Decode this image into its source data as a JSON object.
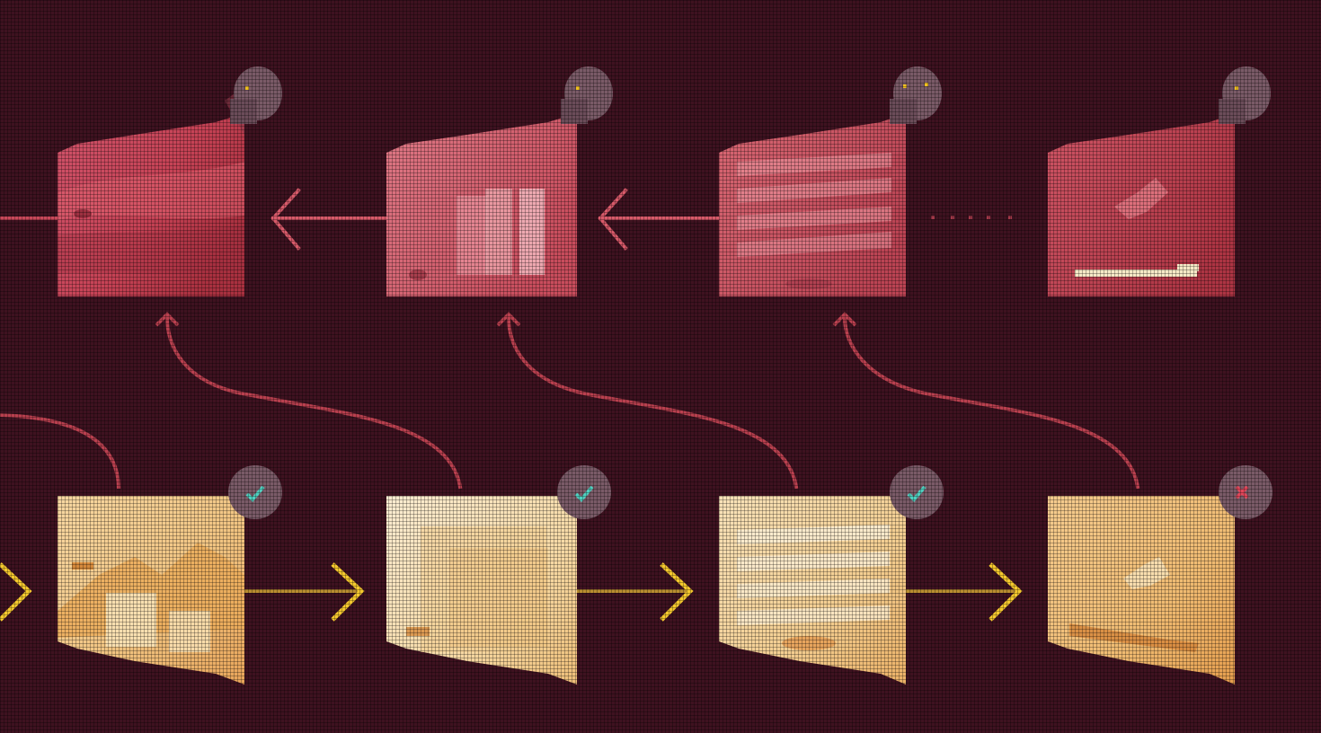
{
  "scene": {
    "background_color": "#3e1220",
    "rendering_style": "pixelated grid",
    "panel_pairs": [
      {
        "source_panel": {
          "icon": "dot-camera-icon",
          "colors": [
            "#c44657",
            "#e06c79"
          ],
          "status": "active"
        },
        "result_panel": {
          "icon": "checkmark-icon",
          "colors": [
            "#f6d499",
            "#e9a85b"
          ],
          "status": "check"
        }
      },
      {
        "source_panel": {
          "icon": "dot-camera-icon",
          "colors": [
            "#cd5564",
            "#ea8993"
          ],
          "status": "active"
        },
        "result_panel": {
          "icon": "checkmark-icon",
          "colors": [
            "#fae8c8",
            "#eebb77"
          ],
          "status": "check"
        }
      },
      {
        "source_panel": {
          "icon": "dot-camera-icon",
          "colors": [
            "#c84a5b",
            "#e57d89"
          ],
          "status": "active"
        },
        "result_panel": {
          "icon": "checkmark-icon",
          "colors": [
            "#f8e0b4",
            "#ecae66"
          ],
          "status": "check"
        }
      },
      {
        "source_panel": {
          "icon": "dot-camera-icon",
          "colors": [
            "#c0404f",
            "#dc6a76"
          ],
          "status": "active"
        },
        "result_panel": {
          "icon": "cross-icon",
          "colors": [
            "#f6c98a",
            "#e59d4c"
          ],
          "status": "error"
        }
      }
    ],
    "top_flow_direction": "right-to-left",
    "bottom_flow_direction": "left-to-right",
    "top_arrow_color": "#d85a6a",
    "bottom_arrow_color": "#f5c92e",
    "curve_color": "#b9404f",
    "check_color": "#4fd0c0",
    "error_color": "#e0475a"
  }
}
